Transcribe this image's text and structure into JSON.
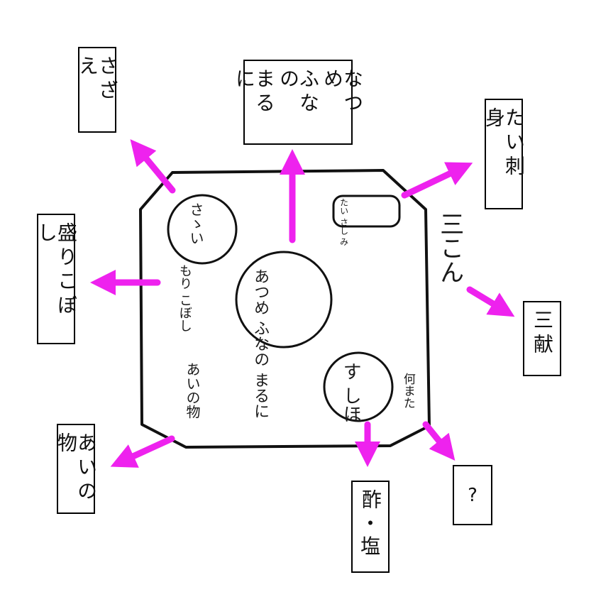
{
  "labels": {
    "sazae": [
      "さざえ"
    ],
    "center_top": [
      "なつめ",
      "ふなの",
      "まるに"
    ],
    "tai": [
      "たい刺身"
    ],
    "mori": [
      "盛りこぼし"
    ],
    "sankon": [
      "三献"
    ],
    "ainomono": [
      "あいの物"
    ],
    "su_shio": [
      "酢",
      "・",
      "塩"
    ],
    "question": "?"
  },
  "tray": {
    "sazae_hand": "さゝい",
    "tai_hand": [
      "たい",
      "さし",
      "み"
    ],
    "mori_hand": [
      "もり",
      "こぼし"
    ],
    "center_hand": [
      "あつめ",
      "ふなの",
      "まるに"
    ],
    "ainomono_hand": "あいの物",
    "su_shio_hand": [
      "す",
      "しほ"
    ],
    "nanimo_hand": "何また",
    "sankon_hand": "三こん"
  },
  "colors": {
    "arrow": "#ee22ee",
    "ink": "#111111"
  },
  "icons": [
    "arrow-icon"
  ]
}
